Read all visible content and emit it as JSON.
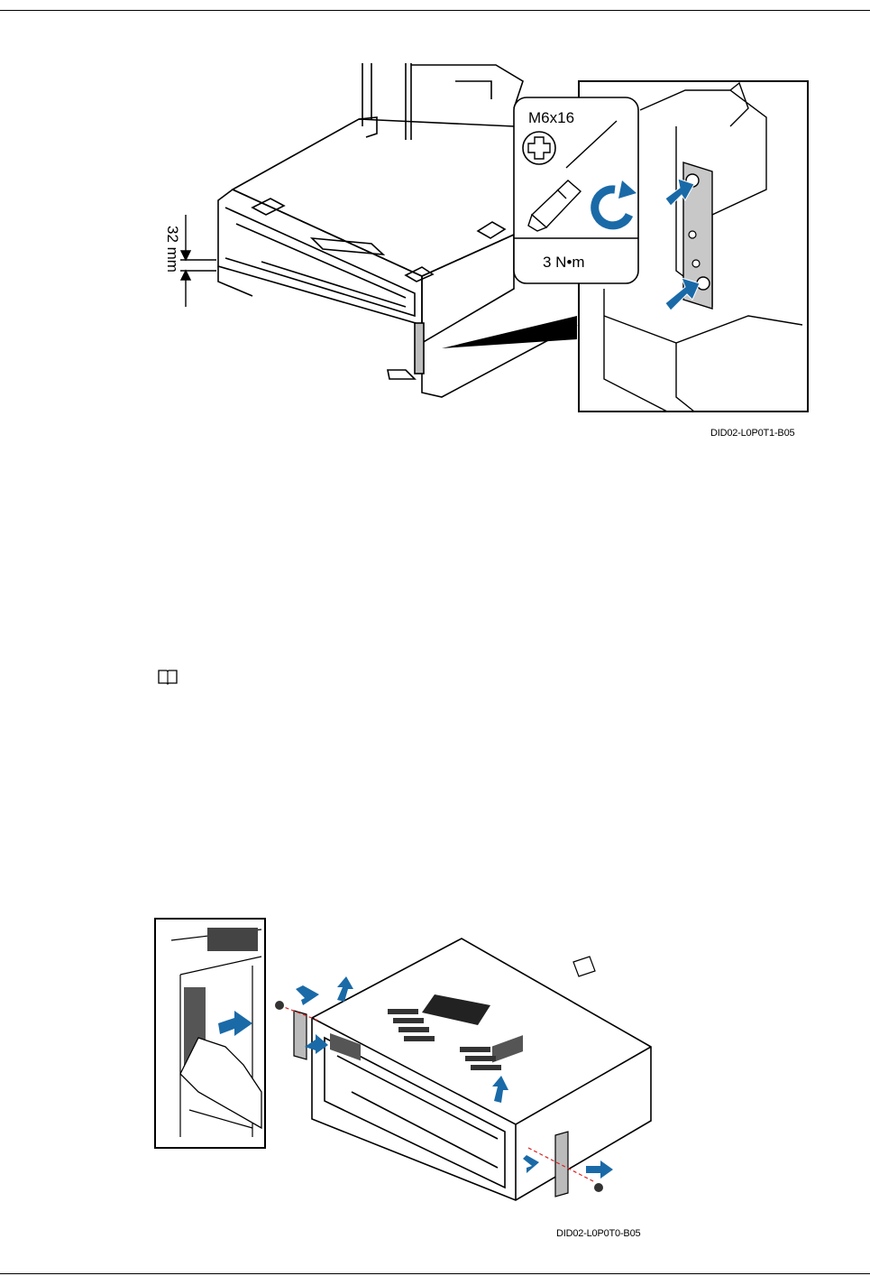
{
  "figure1": {
    "screw_spec": "M6x16",
    "torque": "3 N•m",
    "dimension": "32 mm",
    "caption": "DID02-L0P0T1-B05",
    "icons": [
      "phillips-screw-icon",
      "screwdriver-icon",
      "clockwise-rotate-icon",
      "push-arrow-icon"
    ],
    "accent_color": "#1a6aa8"
  },
  "note": {
    "icon": "note-book-icon"
  },
  "figure2": {
    "caption": "DID02-L0P0T0-B05",
    "icons": [
      "push-arrow-icon",
      "hand-icon",
      "screw-icon"
    ],
    "accent_color": "#1a6aa8"
  }
}
